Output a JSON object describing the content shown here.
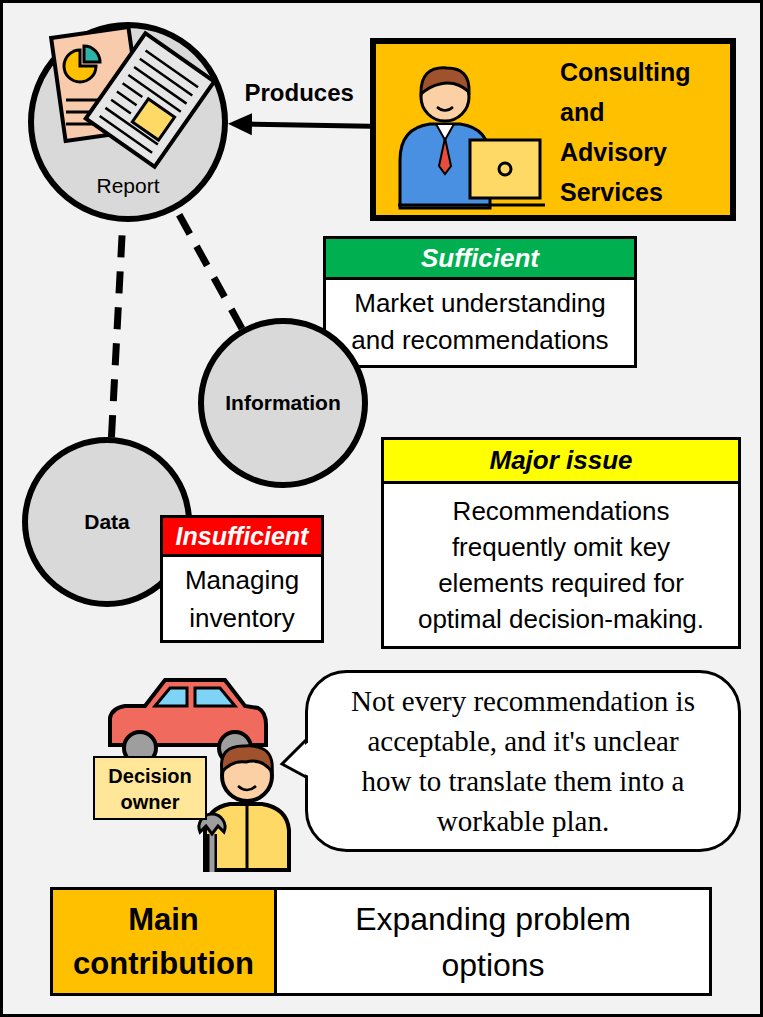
{
  "diagram": {
    "nodes": [
      {
        "text": [
          "Report"
        ]
      },
      {
        "text": [
          "Consulting and Advisory Services"
        ]
      },
      {
        "text": [
          "Sufficient",
          "Market understanding and recommendations"
        ]
      },
      {
        "text": [
          "Information"
        ]
      },
      {
        "text": [
          "Major issue",
          "Recommendations frequently omit key elements required for optimal decision-making."
        ]
      },
      {
        "text": [
          "Data"
        ]
      },
      {
        "text": [
          "Insufficient",
          "Managing inventory"
        ]
      },
      {
        "text": [
          "Decision owner"
        ]
      },
      {
        "text": [
          "Not every recommendation is acceptable, and it's unclear how to translate them into a workable plan."
        ]
      },
      {
        "text": [
          "Main contribution",
          "Expanding problem options"
        ]
      }
    ],
    "edges": [
      {
        "from": 1,
        "to": 0,
        "label": "Produces",
        "arrow": "to"
      },
      {
        "from": 3,
        "to": 0,
        "arrow": "none"
      },
      {
        "from": 5,
        "to": 0,
        "arrow": "none"
      }
    ]
  }
}
